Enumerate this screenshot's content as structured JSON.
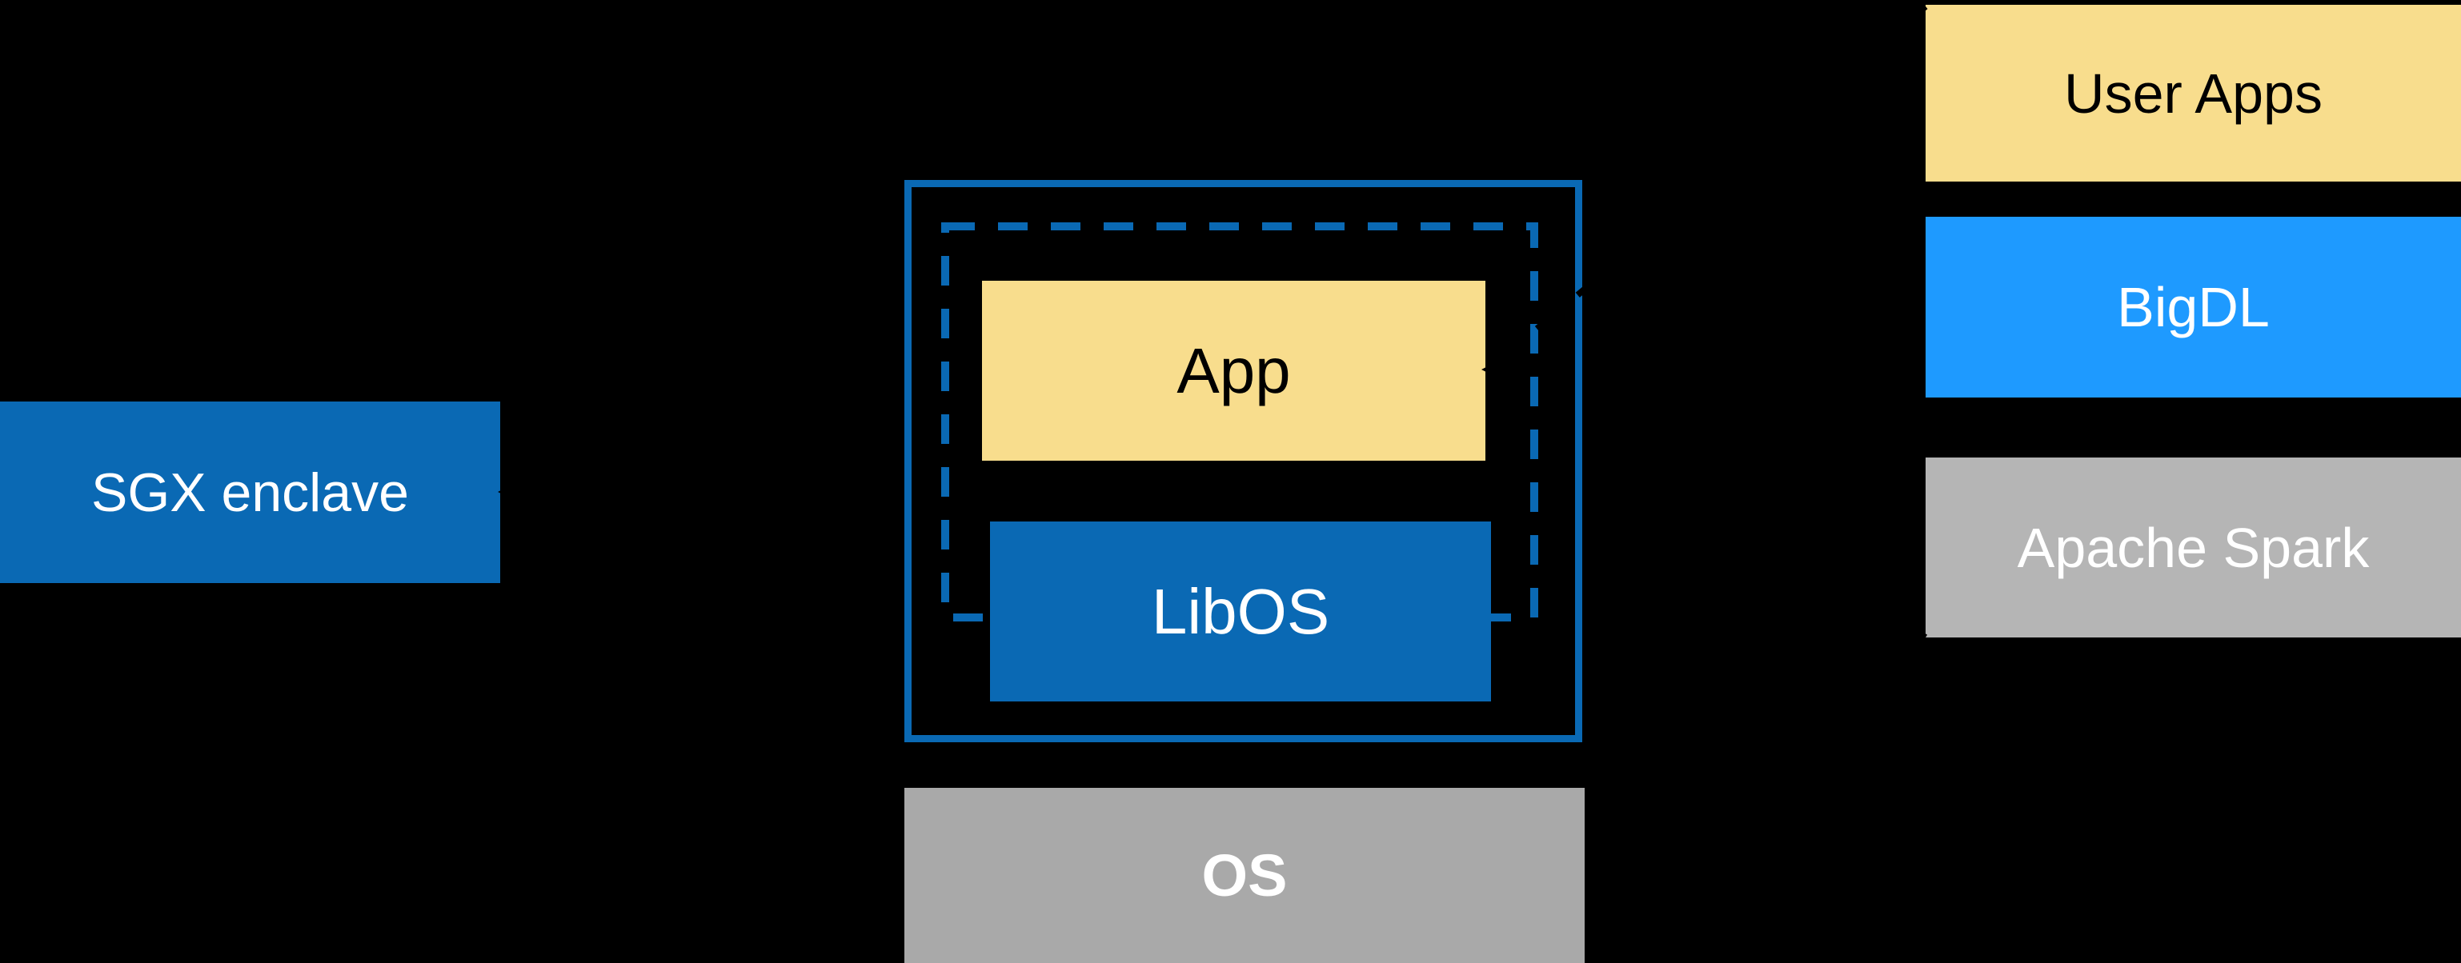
{
  "diagram": {
    "sgx": {
      "label": "SGX enclave"
    },
    "enclave": {
      "app_label": "App",
      "libos_label": "LibOS"
    },
    "os_label": "OS",
    "right_stack": {
      "user_apps_label": "User Apps",
      "bigdl_label": "BigDL",
      "spark_label": "Apache Spark"
    }
  },
  "colors": {
    "background": "#000000",
    "intel_blue": "#0a69b4",
    "bigdl_blue": "#1e9aff",
    "app_yellow": "#f8dd8d",
    "spark_gray": "#b5b5b5",
    "os_gray": "#a9a9a9",
    "connector_black": "#000000",
    "text_white": "#ffffff",
    "text_black": "#000000"
  }
}
